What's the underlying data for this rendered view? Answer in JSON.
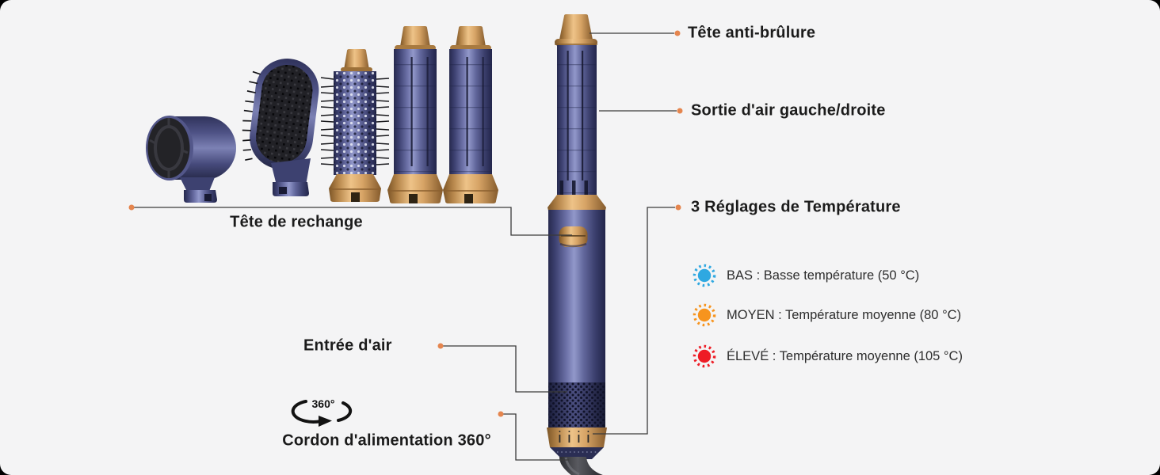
{
  "colors": {
    "panel_bg": "#f4f4f5",
    "page_bg": "#000000",
    "label_text": "#1b1b1b",
    "body_text": "#2d2d2d",
    "callout_line": "#3a3a3a",
    "callout_dot": "#e5854e",
    "device_navy": "#585d92",
    "device_gold": "#d8a567",
    "temp_low": "#2fa8e1",
    "temp_mid": "#f7941e",
    "temp_high": "#ee1c25"
  },
  "callouts": {
    "anti_burn_head": "Tête anti-brûlure",
    "air_outlet": "Sortie d'air gauche/droite",
    "temperature_settings": "3 Réglages de Température",
    "spare_head": "Tête de rechange",
    "air_inlet": "Entrée d'air",
    "power_cord": "Cordon d'alimentation 360°",
    "rotation_badge": "360°"
  },
  "temperature_settings": [
    {
      "level": "BAS",
      "text": "BAS : Basse température (50 °C)",
      "color": "#2fa8e1"
    },
    {
      "level": "MOYEN",
      "text": "MOYEN : Température moyenne (80 °C)",
      "color": "#f7941e"
    },
    {
      "level": "ÉLEVÉ",
      "text": "ÉLEVÉ : Température moyenne (105 °C)",
      "color": "#ee1c25"
    }
  ]
}
